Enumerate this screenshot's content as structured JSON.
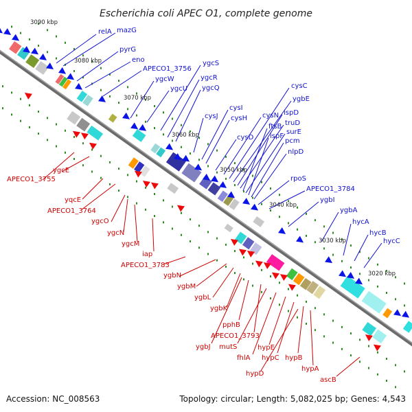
{
  "title": "Escherichia coli APEC O1, complete genome",
  "footer": {
    "accession": "Accession: NC_008563",
    "topology": "Topology: circular; Length: 5,082,025 bp; Genes: 4,543"
  },
  "colors": {
    "forward": "#0a14e6",
    "reverse": "#ee0a0a",
    "backbone": "#6b6b6b",
    "blue_label": "#1010d0",
    "red_label": "#cc0000",
    "tick": "#2e8b22"
  },
  "ruler": [
    {
      "label": "3090 kbp"
    },
    {
      "label": "3080 kbp"
    },
    {
      "label": "3070 kbp"
    },
    {
      "label": "3060 kbp"
    },
    {
      "label": "3050 kbp"
    },
    {
      "label": "3040 kbp"
    },
    {
      "label": "3030 kbp"
    },
    {
      "label": "3020 kbp"
    }
  ],
  "forward_genes": [
    "relA",
    "mazG",
    "pyrG",
    "eno",
    "APECO1_3756",
    "ygcW",
    "ygcU",
    "ygcS",
    "ygcR",
    "ygcQ",
    "cysJ",
    "cysI",
    "cysH",
    "cysD",
    "cysN",
    "cysC",
    "ygbE",
    "ispD",
    "truD",
    "ftsB",
    "surE",
    "ispF",
    "pcm",
    "nlpD",
    "rpoS",
    "APECO1_3784",
    "ygbI",
    "ygbA",
    "hycA",
    "hycB",
    "hycC"
  ],
  "reverse_genes": [
    "APECO1_3755",
    "ygcE",
    "yqcE",
    "APECO1_3764",
    "ygcO",
    "ygcN",
    "ygcM",
    "iap",
    "APECO1_3783",
    "ygbN",
    "ygbM",
    "ygbL",
    "ygbK",
    "pphB",
    "APECO1_3793",
    "ygbJ",
    "mutS",
    "fhlA",
    "hypE",
    "hypC",
    "hypB",
    "hypD",
    "hypA",
    "ascB"
  ]
}
